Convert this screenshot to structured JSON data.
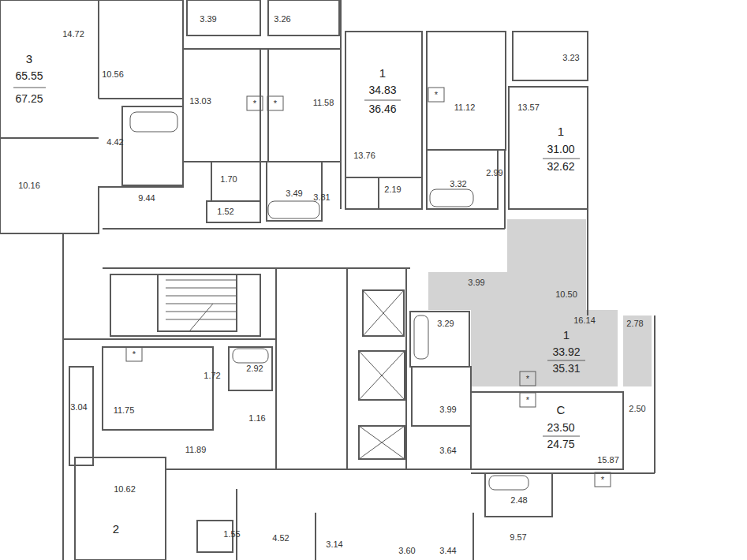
{
  "diagram": {
    "labels": [
      "14.72",
      "3",
      "65.55",
      "67.25",
      "10.56",
      "3.39",
      "3.26",
      "13.03",
      "11.58",
      "1",
      "34.83",
      "36.46",
      "11.12",
      "3.23",
      "13.57",
      "1",
      "31.00",
      "32.62",
      "4.42",
      "10.16",
      "9.44",
      "1.70",
      "3.49",
      "3.81",
      "13.76",
      "2.19",
      "3.32",
      "2.99",
      "1.52",
      "3.99",
      "10.50",
      "16.14",
      "2.78",
      "3.29",
      "1",
      "33.92",
      "35.31",
      "11.75",
      "1.72",
      "2.92",
      "3.04",
      "1.16",
      "3.99",
      "С",
      "23.50",
      "24.75",
      "2.50",
      "11.89",
      "3.64",
      "15.87",
      "10.62",
      "2.48",
      "9.57",
      "2",
      "1.55",
      "4.52",
      "3.14",
      "3.60",
      "3.44",
      "*",
      "*",
      "*",
      "*",
      "*",
      "*",
      "*"
    ]
  }
}
